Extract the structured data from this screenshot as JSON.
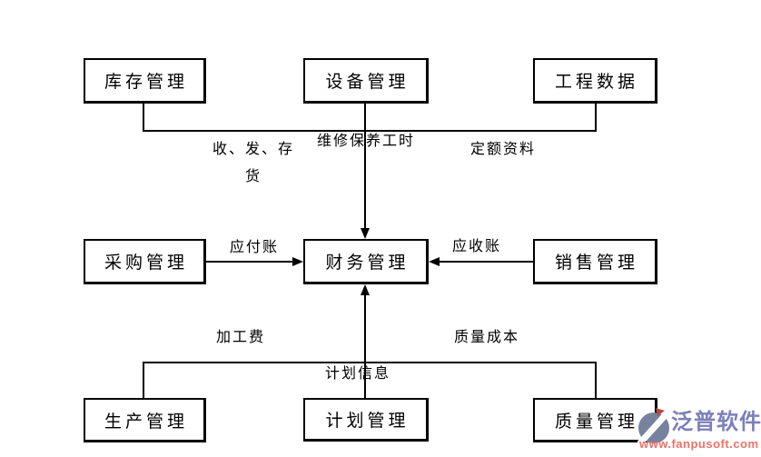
{
  "diagram": {
    "description": "ERP module relationship flowchart centered on financial management",
    "nodes": {
      "inventory": {
        "label": "库存管理"
      },
      "equipment": {
        "label": "设备管理"
      },
      "engineering": {
        "label": "工程数据"
      },
      "procurement": {
        "label": "采购管理"
      },
      "finance": {
        "label": "财务管理"
      },
      "sales": {
        "label": "销售管理"
      },
      "production": {
        "label": "生产管理"
      },
      "planning": {
        "label": "计划管理"
      },
      "quality": {
        "label": "质量管理"
      }
    },
    "edges": {
      "inventory_to_finance": {
        "label": "收、发、存货",
        "direction": "into-finance-top"
      },
      "equipment_to_finance": {
        "label": "维修保养工时",
        "direction": "into-finance-top"
      },
      "engineering_to_finance": {
        "label": "定额资料",
        "direction": "into-finance-top"
      },
      "procurement_to_finance": {
        "label": "应付账",
        "direction": "into-finance-left"
      },
      "sales_to_finance": {
        "label": "应收账",
        "direction": "into-finance-right"
      },
      "production_to_finance": {
        "label": "加工费",
        "direction": "into-finance-bottom"
      },
      "quality_to_finance": {
        "label": "质量成本",
        "direction": "into-finance-bottom"
      },
      "planning_to_finance": {
        "label": "计划信息",
        "direction": "into-finance-bottom"
      }
    },
    "line_color": "#000000",
    "box_fill": "#ffffff"
  },
  "watermark": {
    "brand": "泛普软件",
    "url": "www.fanpusoft.com",
    "brand_color": "#7b80ba",
    "url_color": "#ed7167",
    "icon_color": "#76829e",
    "icon_accent_color": "#b8463f"
  }
}
